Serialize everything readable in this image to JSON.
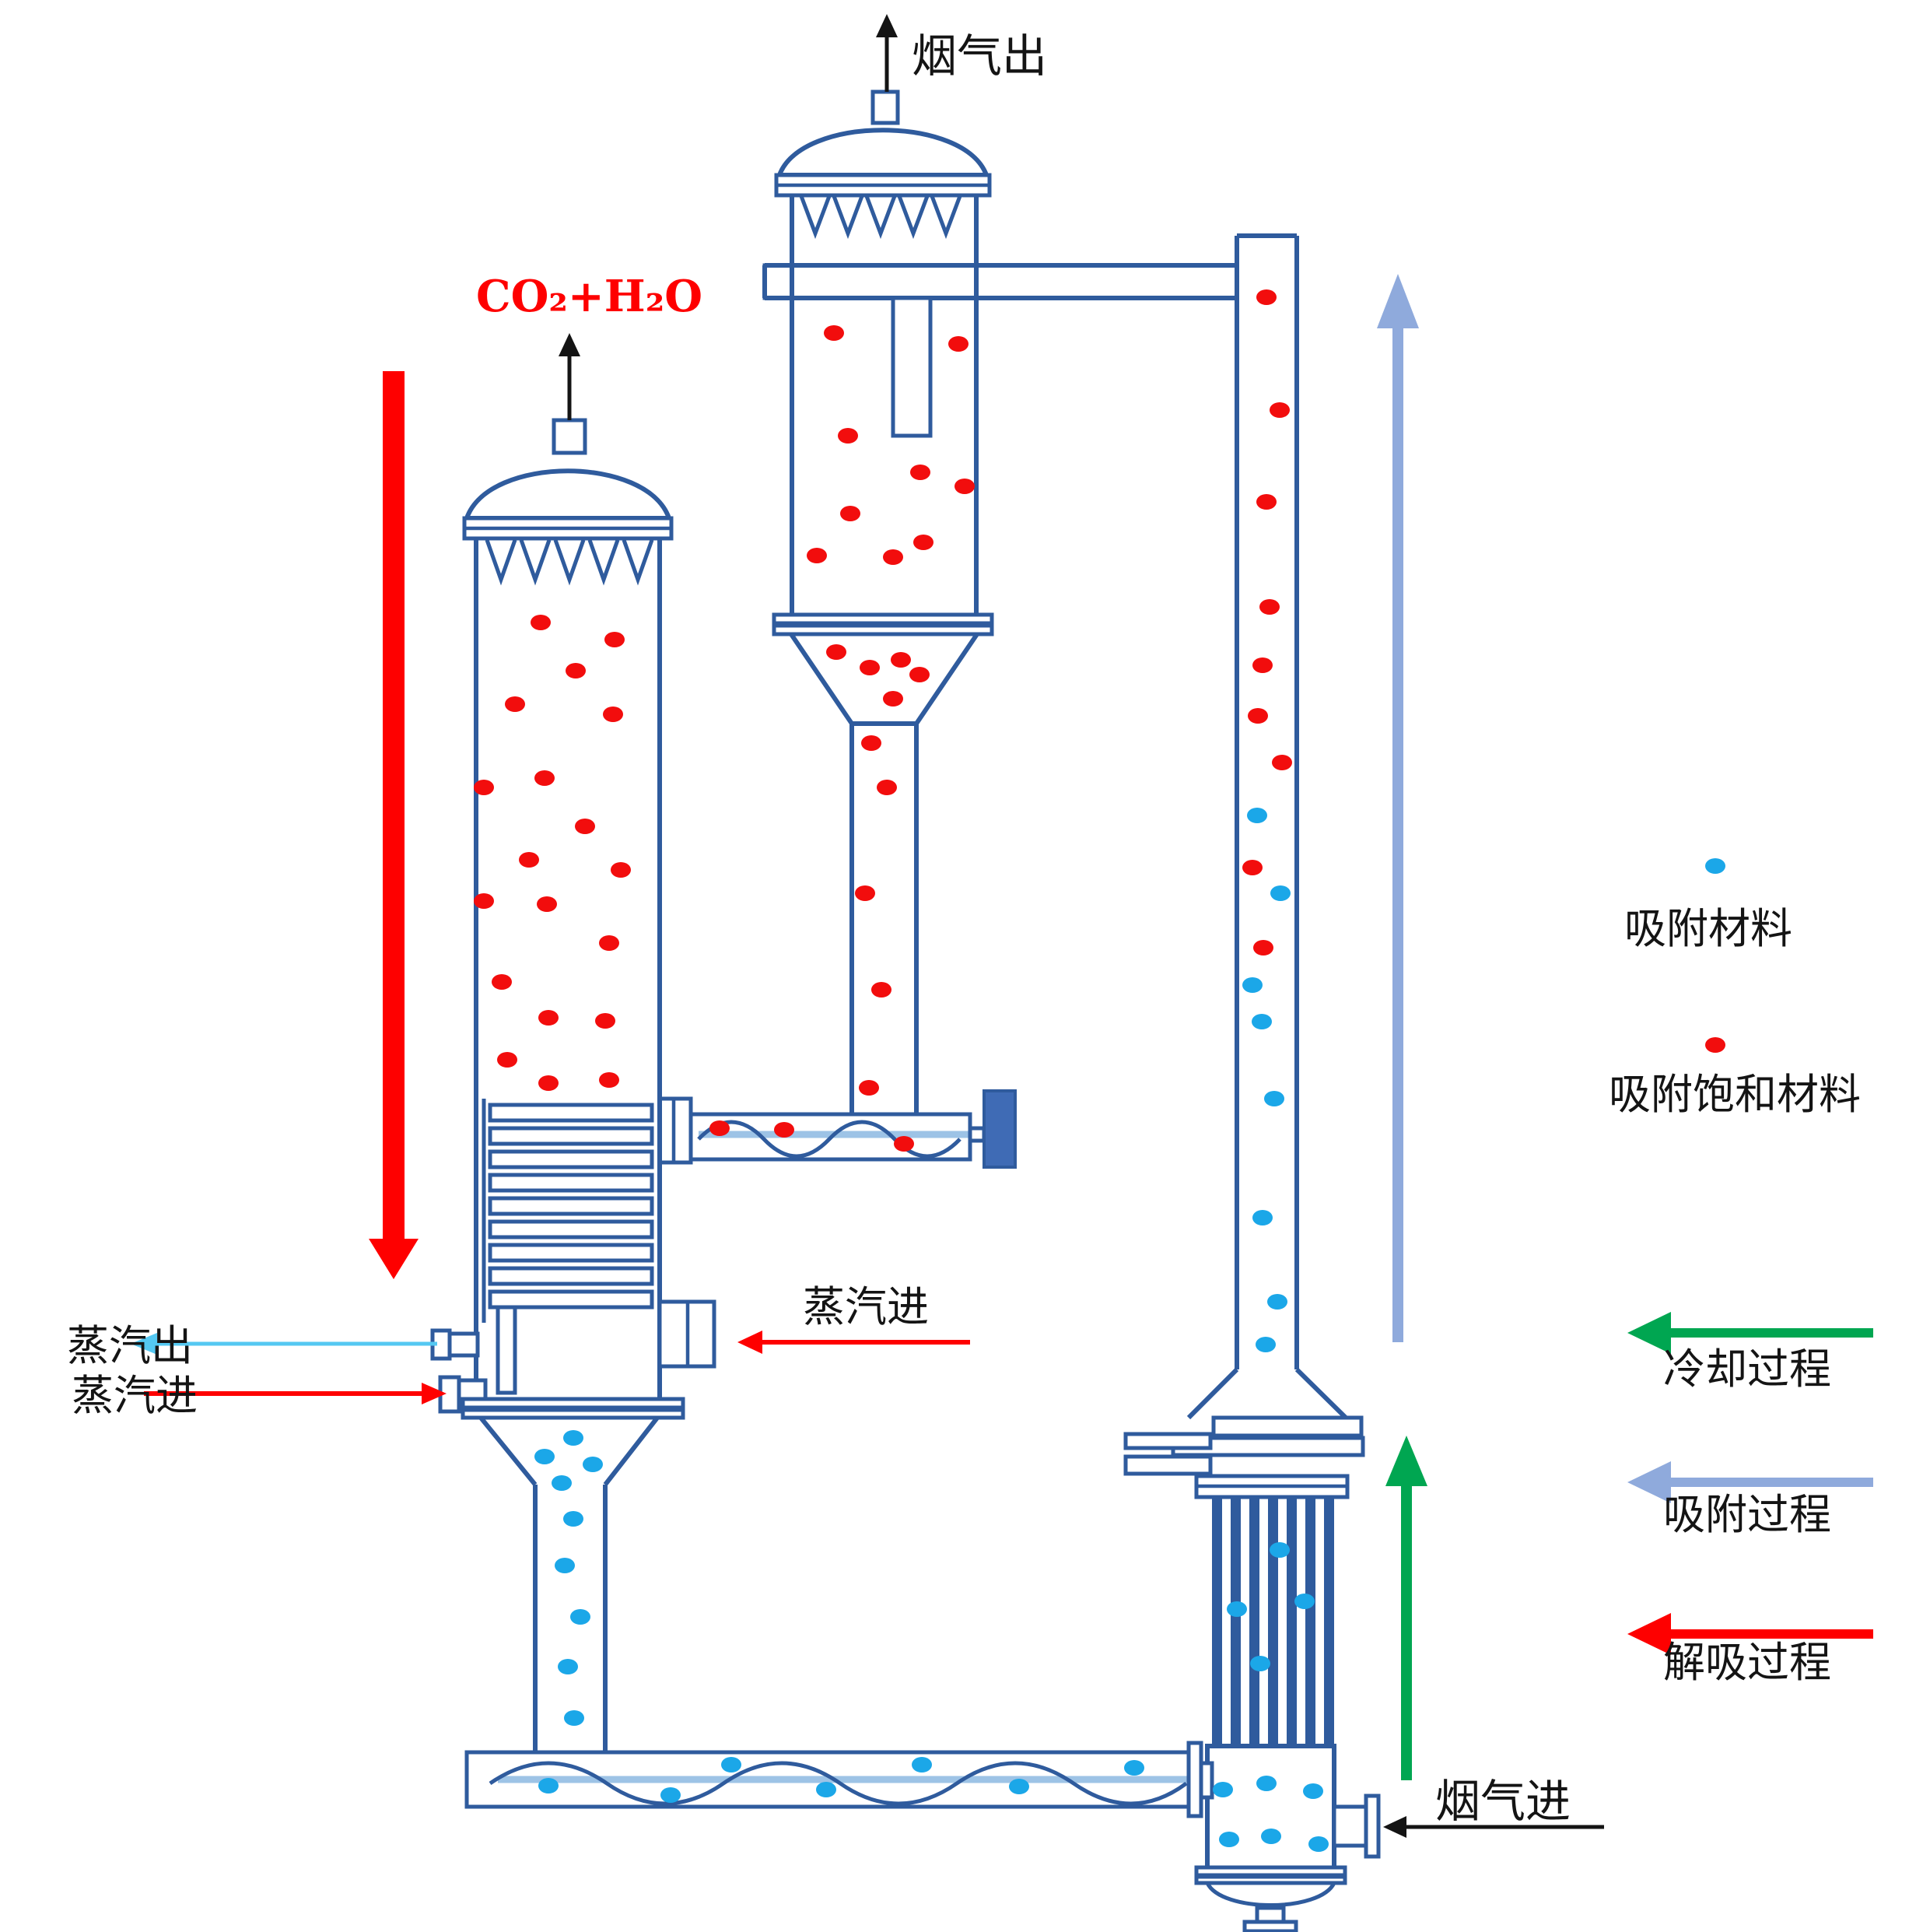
{
  "labels": {
    "flue_gas_out": "烟气出",
    "desorb_product": "CO₂+H₂O",
    "steam_in_center": "蒸汽进",
    "steam_out_left": "蒸汽出",
    "steam_in_left": "蒸汽进",
    "flue_gas_in": "烟气进"
  },
  "legend": {
    "adsorbent": "吸附材料",
    "saturated_adsorbent": "吸附饱和材料",
    "cooling_process": "冷却过程",
    "adsorption_process": "吸附过程",
    "desorption_process": "解吸过程"
  },
  "colors": {
    "outline": "#2f5b9d",
    "outline_light": "#9dc3e6",
    "dot_red": "#f20d0d",
    "dot_blue": "#1ba7e8",
    "arrow_red": "#fe0000",
    "arrow_green": "#00a651",
    "arrow_periwinkle": "#8faadc",
    "arrow_cyan": "#54c8f2",
    "black": "#141414",
    "motor_fill": "#3f6bb5",
    "label_red": "#fe0000"
  },
  "particles": {
    "left_column_red": [
      [
        695,
        800
      ],
      [
        790,
        822
      ],
      [
        662,
        905
      ],
      [
        788,
        918
      ],
      [
        740,
        862
      ],
      [
        700,
        1000
      ],
      [
        622,
        1012
      ],
      [
        752,
        1062
      ],
      [
        680,
        1105
      ],
      [
        798,
        1118
      ],
      [
        622,
        1158
      ],
      [
        703,
        1162
      ],
      [
        783,
        1212
      ],
      [
        645,
        1262
      ],
      [
        705,
        1308
      ],
      [
        778,
        1312
      ],
      [
        652,
        1362
      ],
      [
        705,
        1392
      ],
      [
        783,
        1388
      ]
    ],
    "mid_vessel_red": [
      [
        1072,
        428
      ],
      [
        1232,
        442
      ],
      [
        1090,
        560
      ],
      [
        1183,
        607
      ],
      [
        1093,
        660
      ],
      [
        1187,
        697
      ],
      [
        1050,
        714
      ],
      [
        1148,
        716
      ],
      [
        1240,
        625
      ]
    ],
    "mid_funnel_red": [
      [
        1075,
        838
      ],
      [
        1118,
        858
      ],
      [
        1158,
        848
      ],
      [
        1182,
        867
      ],
      [
        1148,
        898
      ]
    ],
    "mid_pipe_red": [
      [
        1120,
        955
      ],
      [
        1140,
        1012
      ],
      [
        1112,
        1148
      ],
      [
        1133,
        1272
      ],
      [
        1117,
        1398
      ]
    ],
    "conveyor_red": [
      [
        925,
        1450
      ],
      [
        1008,
        1452
      ],
      [
        1162,
        1470
      ]
    ],
    "riser_red": [
      [
        1628,
        382
      ],
      [
        1645,
        527
      ],
      [
        1628,
        645
      ],
      [
        1632,
        780
      ],
      [
        1623,
        855
      ],
      [
        1617,
        920
      ],
      [
        1648,
        980
      ],
      [
        1610,
        1115
      ],
      [
        1624,
        1218
      ]
    ],
    "riser_blue": [
      [
        1616,
        1048
      ],
      [
        1646,
        1148
      ],
      [
        1610,
        1266
      ],
      [
        1622,
        1313
      ],
      [
        1638,
        1412
      ],
      [
        1623,
        1565
      ],
      [
        1642,
        1673
      ],
      [
        1627,
        1728
      ]
    ],
    "left_funnel_blue": [
      [
        737,
        1848
      ],
      [
        700,
        1872
      ],
      [
        762,
        1882
      ],
      [
        722,
        1906
      ]
    ],
    "left_pipe_blue": [
      [
        737,
        1952
      ],
      [
        726,
        2012
      ],
      [
        746,
        2078
      ],
      [
        730,
        2142
      ],
      [
        738,
        2208
      ]
    ],
    "trough_blue": [
      [
        705,
        2295
      ],
      [
        862,
        2307
      ],
      [
        940,
        2268
      ],
      [
        1062,
        2300
      ],
      [
        1185,
        2268
      ],
      [
        1310,
        2296
      ],
      [
        1458,
        2272
      ]
    ],
    "cooler_blue": [
      [
        1645,
        1992
      ],
      [
        1590,
        2068
      ],
      [
        1677,
        2058
      ],
      [
        1620,
        2138
      ]
    ],
    "drum_blue": [
      [
        1572,
        2300
      ],
      [
        1628,
        2292
      ],
      [
        1688,
        2302
      ],
      [
        1580,
        2364
      ],
      [
        1634,
        2360
      ],
      [
        1695,
        2370
      ]
    ]
  }
}
